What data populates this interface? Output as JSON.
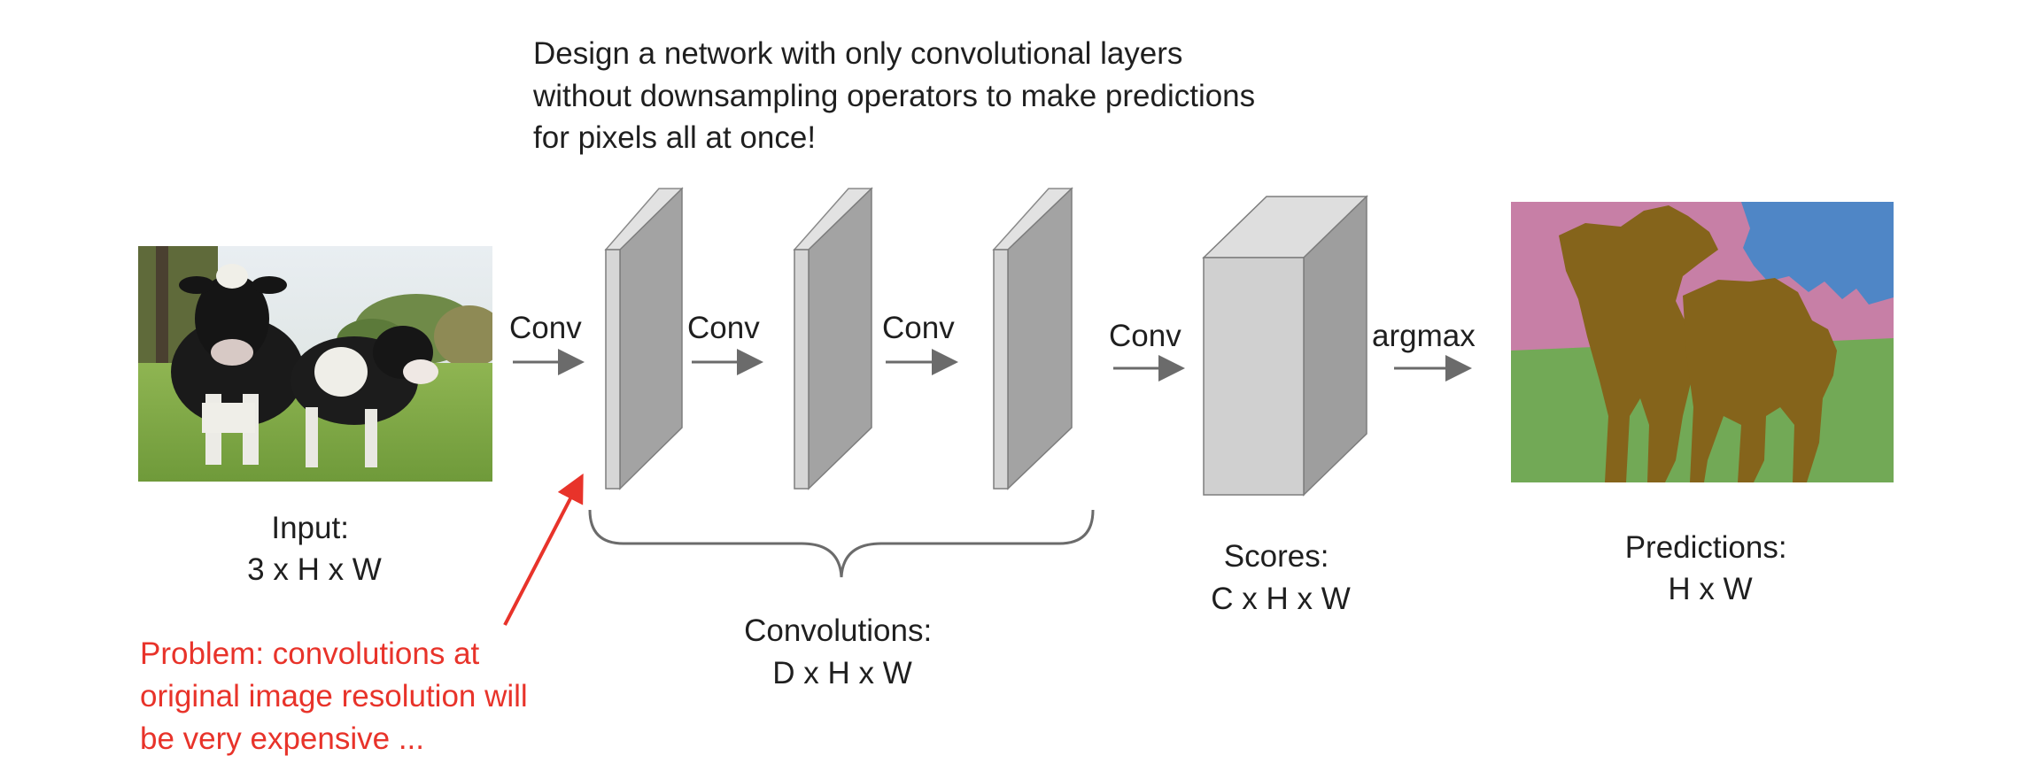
{
  "heading": {
    "lines": [
      "Design a network with only convolutional layers",
      "without downsampling operators to make predictions",
      "for pixels all at once!"
    ]
  },
  "arrows": {
    "conv_1": "Conv",
    "conv_2": "Conv",
    "conv_3": "Conv",
    "conv_4": "Conv",
    "argmax": "argmax"
  },
  "input": {
    "label": "Input:",
    "shape": "3 x H x W"
  },
  "convolutions": {
    "label": "Convolutions:",
    "shape": "D x H x W"
  },
  "scores": {
    "label": "Scores:",
    "shape": "C x H x W"
  },
  "predictions": {
    "label": "Predictions:",
    "shape": "H x W"
  },
  "problem": {
    "lines": [
      "Problem: convolutions at",
      "original image resolution will",
      "be very expensive ..."
    ]
  },
  "colors": {
    "text": "#1f1f1f",
    "problem": "#e8332a",
    "arrow": "#6b6b6b",
    "slab_face": "#a3a3a3",
    "slab_front": "#d6d6d6",
    "slab_top": "#e2e2e2",
    "scores_front": "#d0d0d0",
    "scores_side": "#9e9e9e",
    "scores_top": "#dedede",
    "seg_pink": "#c77fa6",
    "seg_blue": "#4f86c6",
    "seg_green": "#72a956",
    "seg_cow": "#85641b"
  },
  "icons": [
    "cow-photo-icon",
    "segmentation-map-icon",
    "curly-brace-icon",
    "red-pointer-arrow-icon"
  ]
}
